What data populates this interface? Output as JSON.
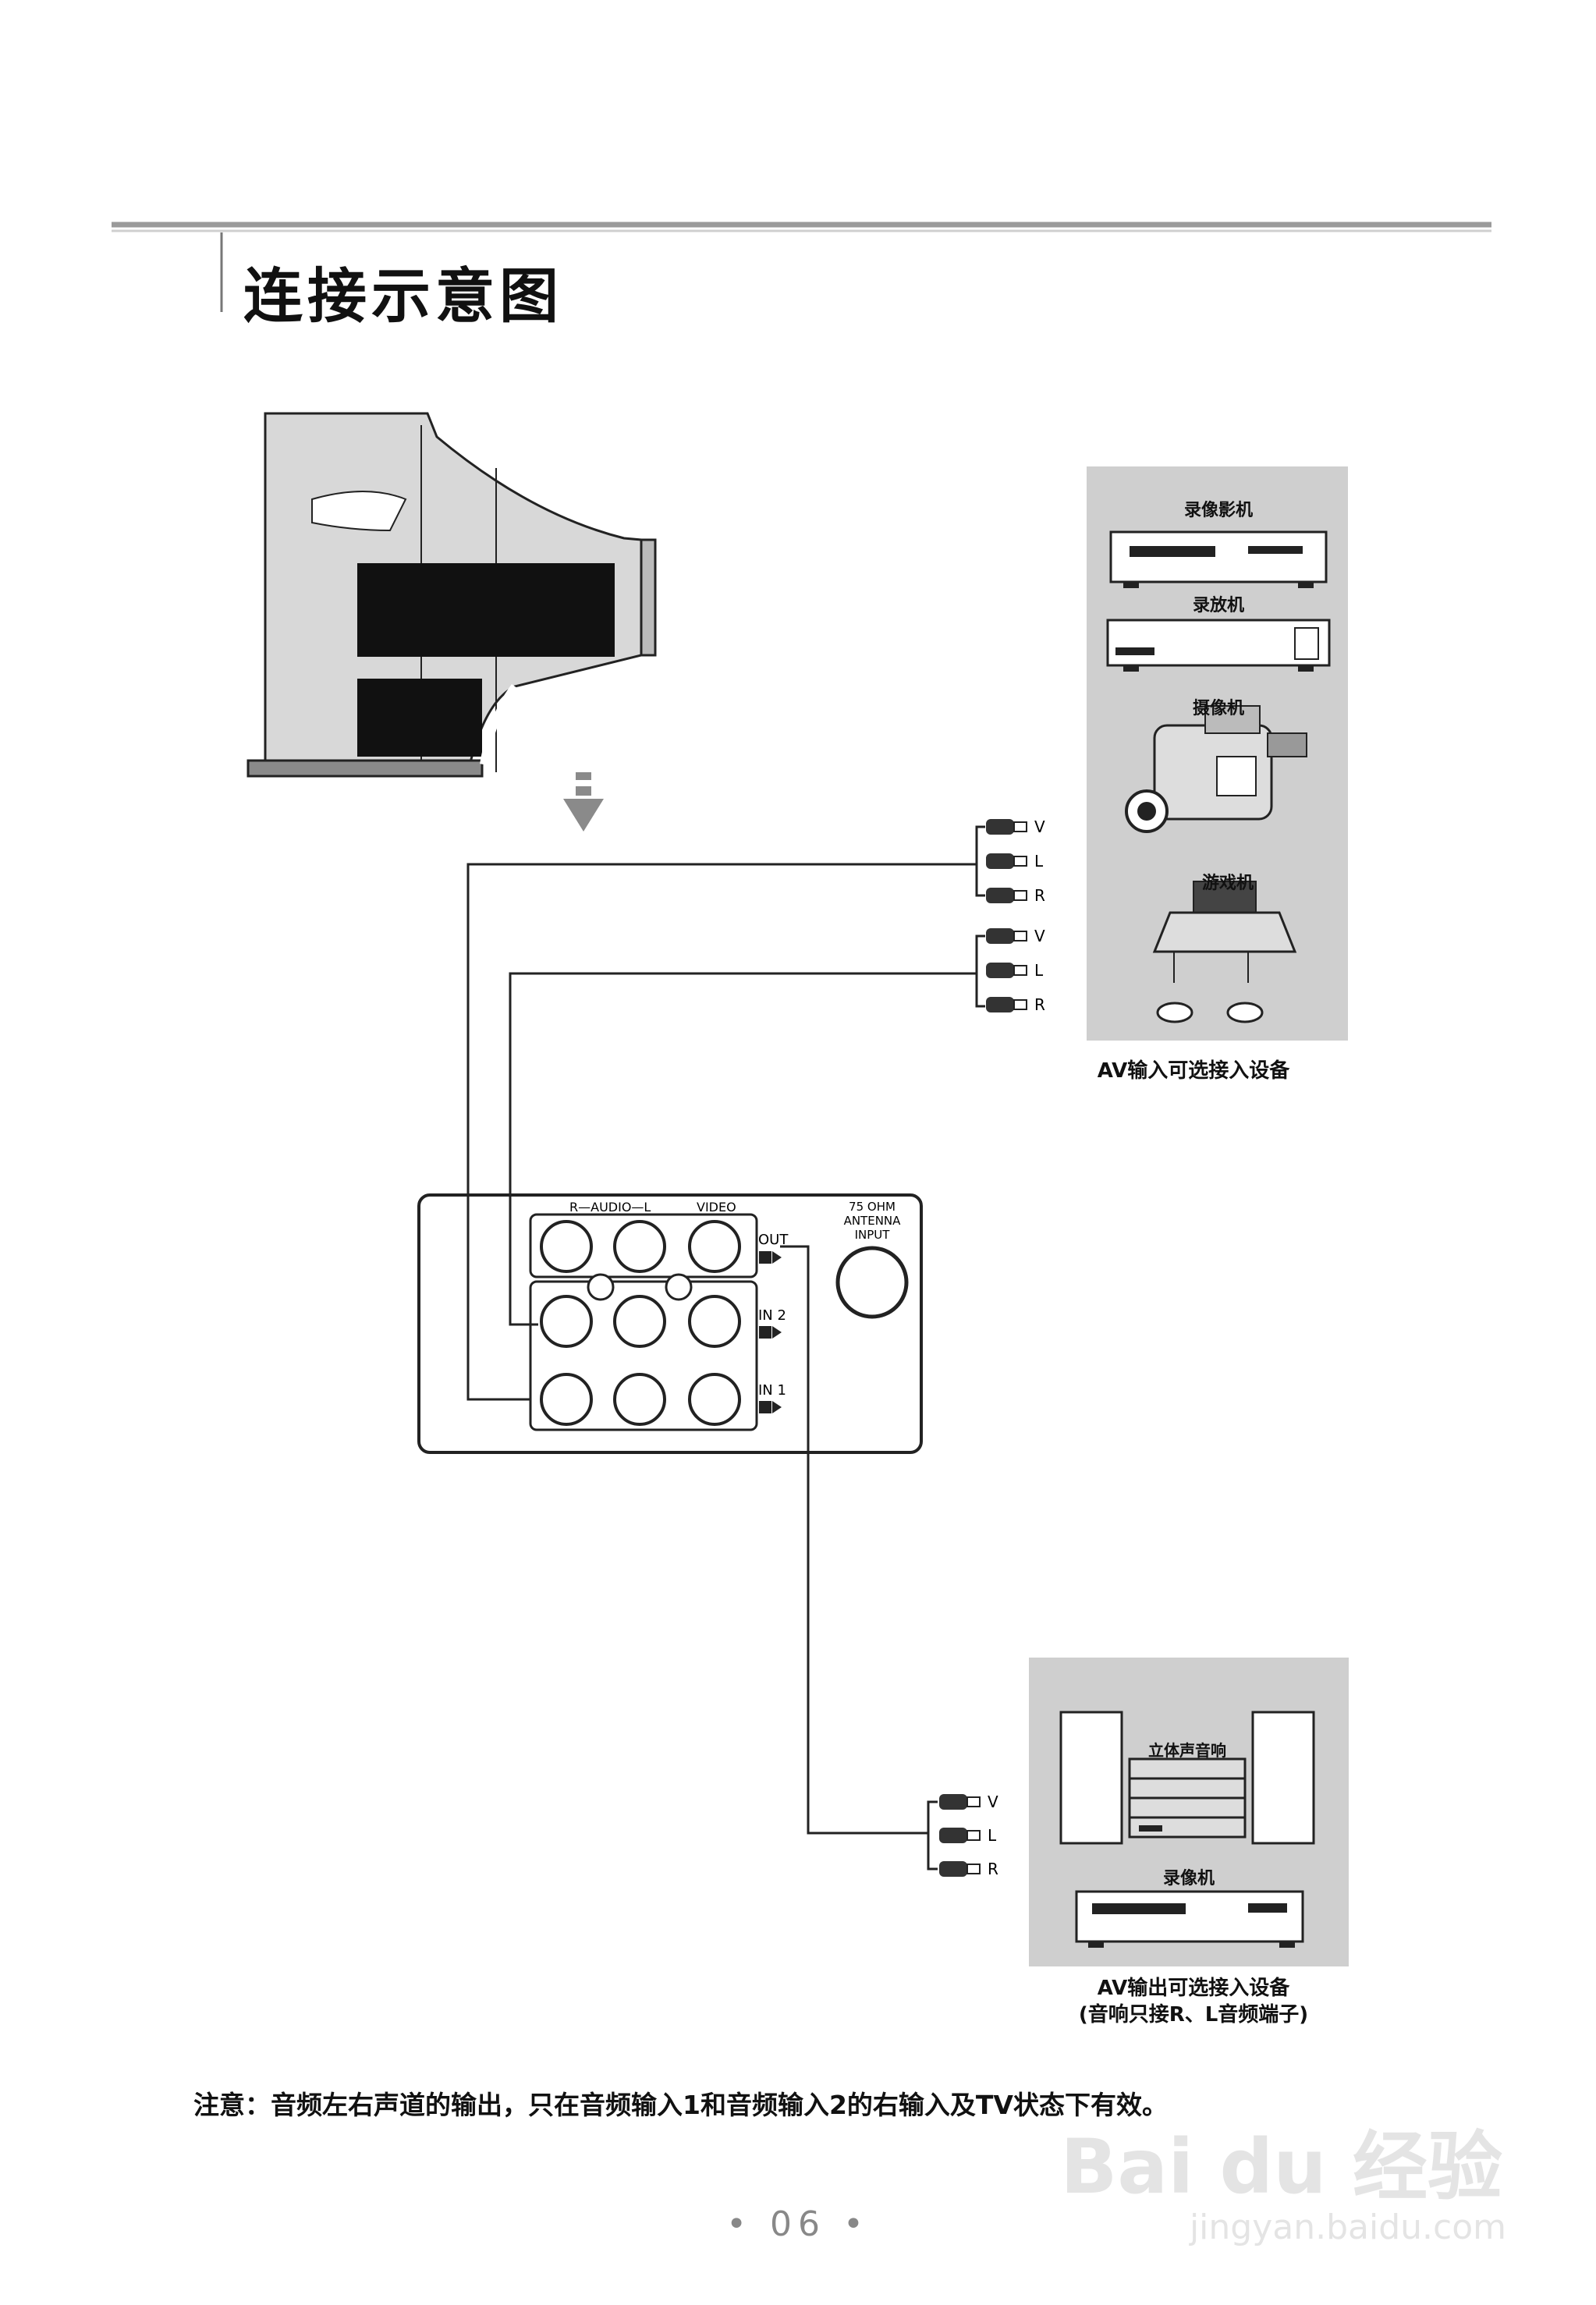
{
  "title": "连接示意图",
  "page_number": "• 06 •",
  "note": "注意：音频左右声道的输出，只在音频输入1和音频输入2的右输入及TV状态下有效。",
  "input_devices": {
    "labels": [
      "录像影机",
      "录放机",
      "摄像机",
      "游戏机"
    ],
    "caption": "AV输入可选接入设备"
  },
  "output_devices": {
    "labels": [
      "立体声音响",
      "录像机"
    ],
    "caption_line1": "AV输出可选接入设备",
    "caption_line2": "(音响只接R、L音频端子)"
  },
  "plug_labels": [
    "V",
    "L",
    "R"
  ],
  "panel": {
    "audio_label": "R—AUDIO—L",
    "video_label": "VIDEO",
    "out_label": "OUT",
    "in2_label": "IN 2",
    "in1_label": "IN 1",
    "antenna_label_1": "75 OHM",
    "antenna_label_2": "ANTENNA",
    "antenna_label_3": "INPUT"
  },
  "watermark": {
    "brand": "Bai du 经验",
    "url": "jingyan.baidu.com"
  }
}
